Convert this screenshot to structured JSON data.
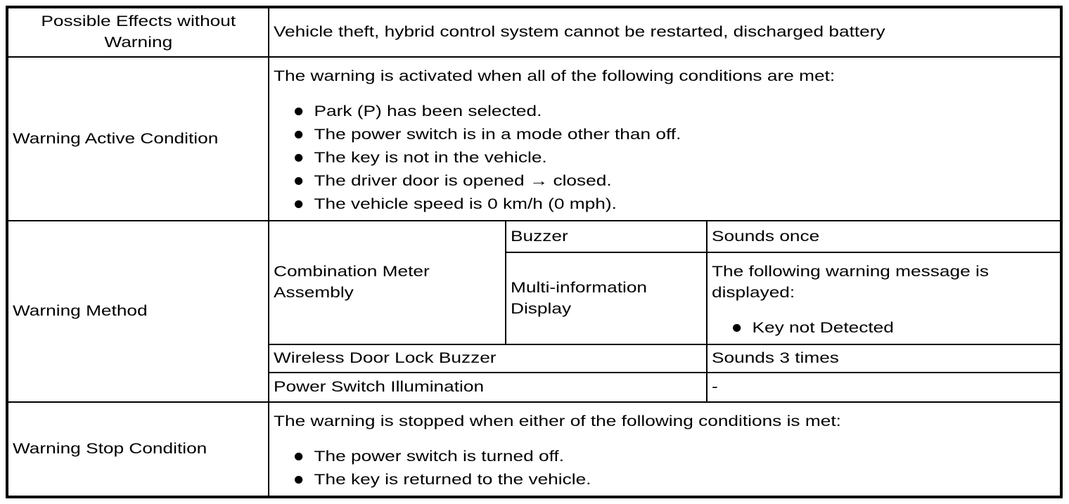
{
  "possible_effects": {
    "label": "Possible Effects without\nWarning",
    "value": "Vehicle theft, hybrid control system cannot be restarted, discharged battery"
  },
  "warning_active": {
    "label": "Warning Active Condition",
    "intro": "The warning is activated when all of the following conditions are met:",
    "bullets": [
      "Park (P) has been selected.",
      "The power switch is in a mode other than off.",
      "The key is not in the vehicle.",
      "The driver door is opened → closed.",
      "The vehicle speed is 0 km/h (0 mph)."
    ]
  },
  "warning_method": {
    "label": "Warning Method",
    "combination_meter": {
      "label": "Combination Meter\nAssembly"
    },
    "buzzer": {
      "label": "Buzzer",
      "value": "Sounds once"
    },
    "multi_information_display": {
      "label": "Multi-information\nDisplay",
      "intro": "The following warning message is\ndisplayed:",
      "bullets": [
        "Key not Detected"
      ]
    },
    "wireless_door_lock_buzzer": {
      "label": "Wireless Door Lock Buzzer",
      "value": "Sounds 3 times"
    },
    "power_switch_illumination": {
      "label": "Power Switch Illumination",
      "value": "-"
    }
  },
  "warning_stop": {
    "label": "Warning Stop Condition",
    "intro": "The warning is stopped when either of the following conditions is met:",
    "bullets": [
      "The power switch is turned off.",
      "The key is returned to the vehicle."
    ]
  },
  "colors": {
    "border": "#000000",
    "text": "#000000",
    "background": "#ffffff"
  }
}
